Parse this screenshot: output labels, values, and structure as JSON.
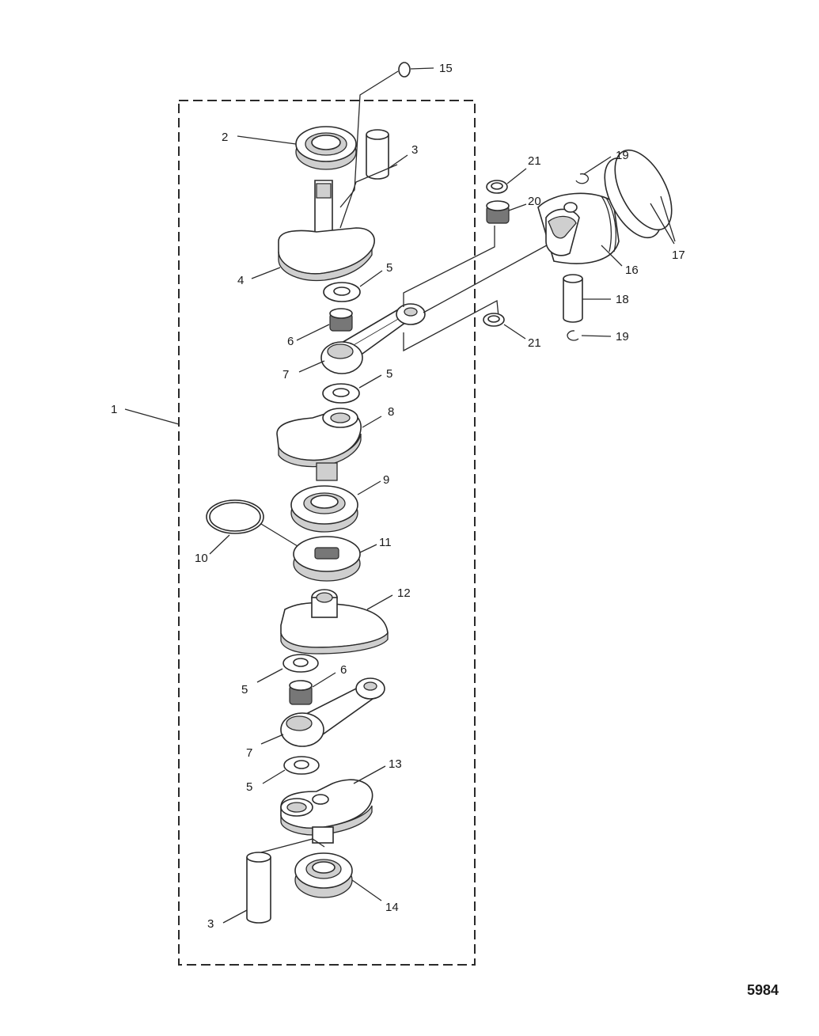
{
  "diagram": {
    "figure_number": "5984",
    "callouts": [
      {
        "id": "c1",
        "text": "1"
      },
      {
        "id": "c2",
        "text": "2"
      },
      {
        "id": "c3a",
        "text": "3"
      },
      {
        "id": "c3b",
        "text": "3"
      },
      {
        "id": "c4",
        "text": "4"
      },
      {
        "id": "c5a",
        "text": "5"
      },
      {
        "id": "c5b",
        "text": "5"
      },
      {
        "id": "c5c",
        "text": "5"
      },
      {
        "id": "c5d",
        "text": "5"
      },
      {
        "id": "c6a",
        "text": "6"
      },
      {
        "id": "c6b",
        "text": "6"
      },
      {
        "id": "c7a",
        "text": "7"
      },
      {
        "id": "c7b",
        "text": "7"
      },
      {
        "id": "c8",
        "text": "8"
      },
      {
        "id": "c9",
        "text": "9"
      },
      {
        "id": "c10",
        "text": "10"
      },
      {
        "id": "c11",
        "text": "11"
      },
      {
        "id": "c12",
        "text": "12"
      },
      {
        "id": "c13",
        "text": "13"
      },
      {
        "id": "c14",
        "text": "14"
      },
      {
        "id": "c15",
        "text": "15"
      },
      {
        "id": "c16",
        "text": "16"
      },
      {
        "id": "c17",
        "text": "17"
      },
      {
        "id": "c18",
        "text": "18"
      },
      {
        "id": "c19a",
        "text": "19"
      },
      {
        "id": "c19b",
        "text": "19"
      },
      {
        "id": "c20",
        "text": "20"
      },
      {
        "id": "c21a",
        "text": "21"
      },
      {
        "id": "c21b",
        "text": "21"
      }
    ]
  }
}
